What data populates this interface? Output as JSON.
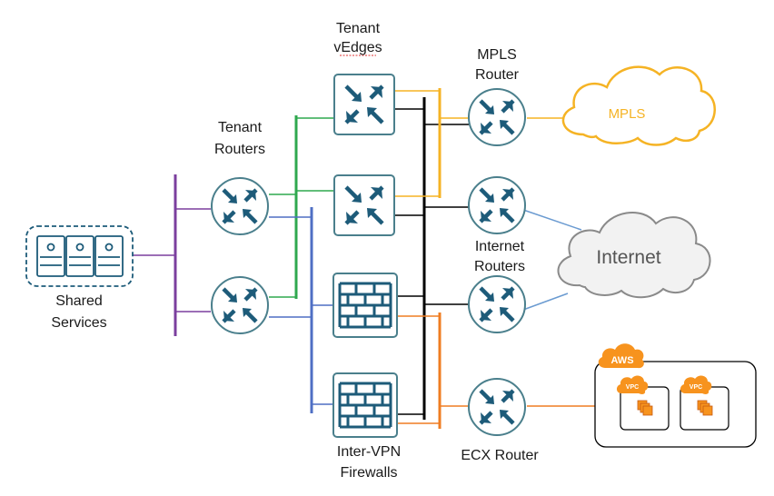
{
  "labels": {
    "tenant_vedges": [
      "Tenant",
      "vEdges"
    ],
    "tenant_routers": [
      "Tenant",
      "Routers"
    ],
    "mpls_router": [
      "MPLS",
      "Router"
    ],
    "internet_routers": [
      "Internet",
      "Routers"
    ],
    "shared_services": [
      "Shared",
      "Services"
    ],
    "firewalls": [
      "Inter-VPN",
      "Firewalls"
    ],
    "ecx_router": "ECX Router"
  },
  "clouds": {
    "mpls": "MPLS",
    "internet": "Internet"
  },
  "aws": {
    "badge": "AWS",
    "vpc_labels": [
      "VPC",
      "VPC"
    ]
  },
  "colors": {
    "router_blue": "#1d5b79",
    "border_teal": "#4a7f8c",
    "purple": "#7b3f9e",
    "green": "#2fa84f",
    "blue": "#4f6fc4",
    "black": "#000000",
    "yellow": "#f5b324",
    "orange": "#ef7d22",
    "light_blue": "#6b9bd1",
    "internet_cloud": "#8a8a8a",
    "aws_orange": "#f7931e"
  },
  "icons": {
    "router": "router-icon",
    "vedge": "vedge-icon",
    "firewall": "firewall-icon",
    "server_rack": "server-rack-icon",
    "cloud": "cloud-icon",
    "vpc": "vpc-icon"
  }
}
